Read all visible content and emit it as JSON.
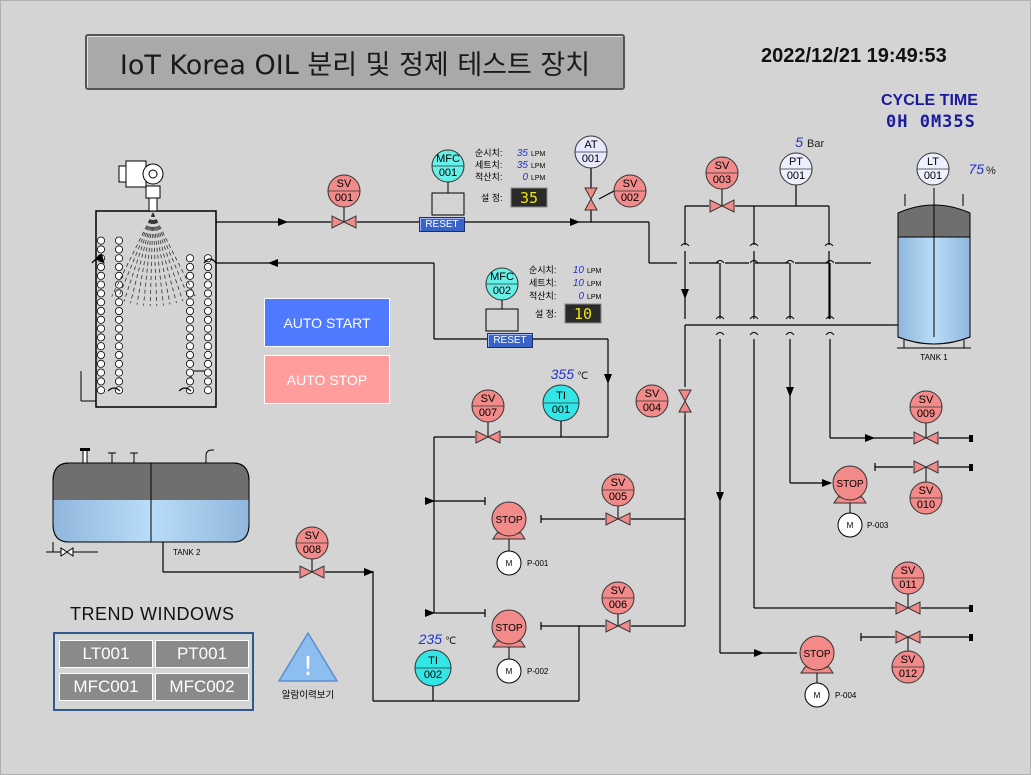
{
  "header": {
    "title": "IoT Korea  OIL 분리 및 정제 테스트 장치",
    "datetime": "2022/12/21 19:49:53",
    "cycle_time_label": "CYCLE TIME",
    "cycle_time_value": "0H  0M35S"
  },
  "controls": {
    "auto_start": "AUTO START",
    "auto_stop": "AUTO STOP"
  },
  "valves": {
    "sv001": [
      "SV",
      "001"
    ],
    "sv002": [
      "SV",
      "002"
    ],
    "sv003": [
      "SV",
      "003"
    ],
    "sv004": [
      "SV",
      "004"
    ],
    "sv005": [
      "SV",
      "005"
    ],
    "sv006": [
      "SV",
      "006"
    ],
    "sv007": [
      "SV",
      "007"
    ],
    "sv008": [
      "SV",
      "008"
    ],
    "sv009": [
      "SV",
      "009"
    ],
    "sv010": [
      "SV",
      "010"
    ],
    "sv011": [
      "SV",
      "011"
    ],
    "sv012": [
      "SV",
      "012"
    ]
  },
  "instruments": {
    "mfc001": [
      "MFC",
      "001"
    ],
    "mfc002": [
      "MFC",
      "002"
    ],
    "at001": [
      "AT",
      "001"
    ],
    "pt001": [
      "PT",
      "001"
    ],
    "lt001": [
      "LT",
      "001"
    ],
    "ti001": [
      "TI",
      "001"
    ],
    "ti002": [
      "TI",
      "002"
    ]
  },
  "mfc_panels": {
    "mfc001": {
      "instant_label": "순시치:",
      "instant_value": "35",
      "set_label": "세트치:",
      "set_value": "35",
      "total_label": "적산치:",
      "total_value": "0",
      "unit": "LPM",
      "setpoint_label": "설 정:",
      "setpoint_value": "35",
      "reset": "RESET"
    },
    "mfc002": {
      "instant_label": "순시치:",
      "instant_value": "10",
      "set_label": "세트치:",
      "set_value": "10",
      "total_label": "적산치:",
      "total_value": "0",
      "unit": "LPM",
      "setpoint_label": "설 정:",
      "setpoint_value": "10",
      "reset": "RESET"
    }
  },
  "readings": {
    "pt001_value": "5",
    "pt001_unit": "Bar",
    "lt001_value": "75",
    "lt001_unit": "%",
    "ti001_value": "355",
    "ti001_unit": "℃",
    "ti002_value": "235",
    "ti002_unit": "℃"
  },
  "pumps": {
    "p001": {
      "state": "STOP",
      "motor": "M",
      "tag": "P-001"
    },
    "p002": {
      "state": "STOP",
      "motor": "M",
      "tag": "P-002"
    },
    "p003": {
      "state": "STOP",
      "motor": "M",
      "tag": "P-003"
    },
    "p004": {
      "state": "STOP",
      "motor": "M",
      "tag": "P-004"
    }
  },
  "tanks": {
    "tank1": {
      "label": "TANK 1",
      "level": 0.75
    },
    "tank2": {
      "label": "TANK 2"
    }
  },
  "trend": {
    "title": "TREND WINDOWS",
    "buttons": [
      "LT001",
      "PT001",
      "MFC001",
      "MFC002"
    ]
  },
  "alarm": {
    "icon_text": "!",
    "label": "알람이력보기"
  },
  "colors": {
    "valve_circle": "#f28a8a",
    "instrument_circle": "#33e6e6",
    "mfc_circle": "#66f0e8",
    "tank_liquid": "#a8d0f5",
    "tank_gas": "#6f6f6f",
    "digital_display": "#2a2a2a",
    "digital_text": "#f2e600",
    "reading_blue": "#2233cc"
  }
}
